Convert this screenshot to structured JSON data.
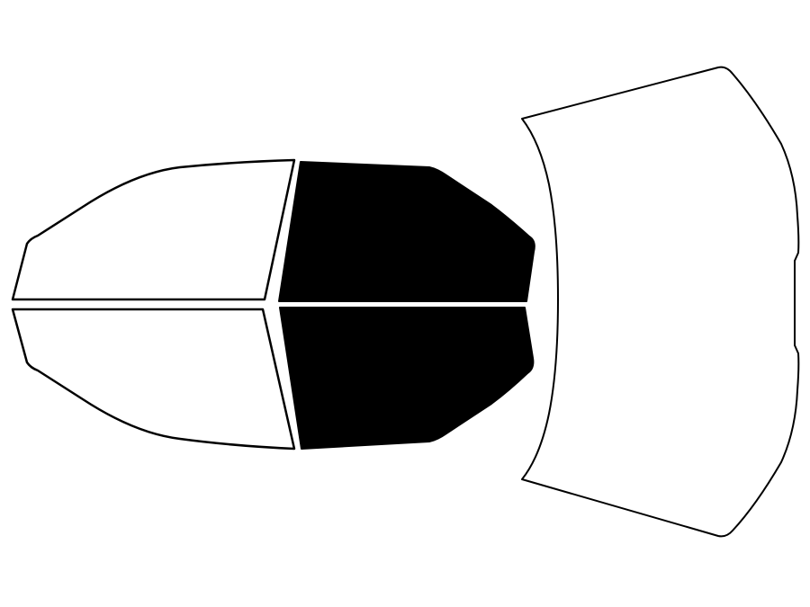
{
  "diagram": {
    "colors": {
      "background": "#ffffff",
      "outline": "#000000",
      "untinted": "#ffffff",
      "tinted": "#000000"
    },
    "windows": [
      {
        "id": "rear-left-window",
        "tinted": false
      },
      {
        "id": "rear-right-window",
        "tinted": false
      },
      {
        "id": "front-left-window",
        "tinted": true
      },
      {
        "id": "front-right-window",
        "tinted": true
      },
      {
        "id": "windshield",
        "tinted": false
      }
    ]
  }
}
